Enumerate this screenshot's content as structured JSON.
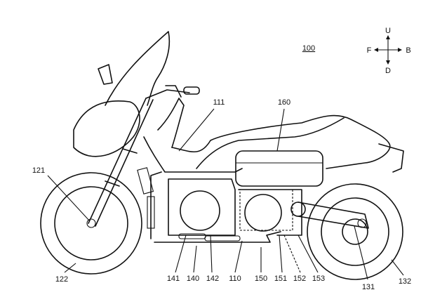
{
  "figure_label": "100",
  "compass": {
    "up": "U",
    "down": "D",
    "front": "F",
    "back": "B"
  },
  "labels": {
    "frame": "111",
    "battery": "160",
    "front_axle": "121",
    "front_wheel": "122",
    "part_141": "141",
    "part_140": "140",
    "part_142": "142",
    "part_110": "110",
    "part_150": "150",
    "part_151": "151",
    "part_152": "152",
    "part_153": "153",
    "rear_axle": "131",
    "rear_wheel": "132"
  }
}
